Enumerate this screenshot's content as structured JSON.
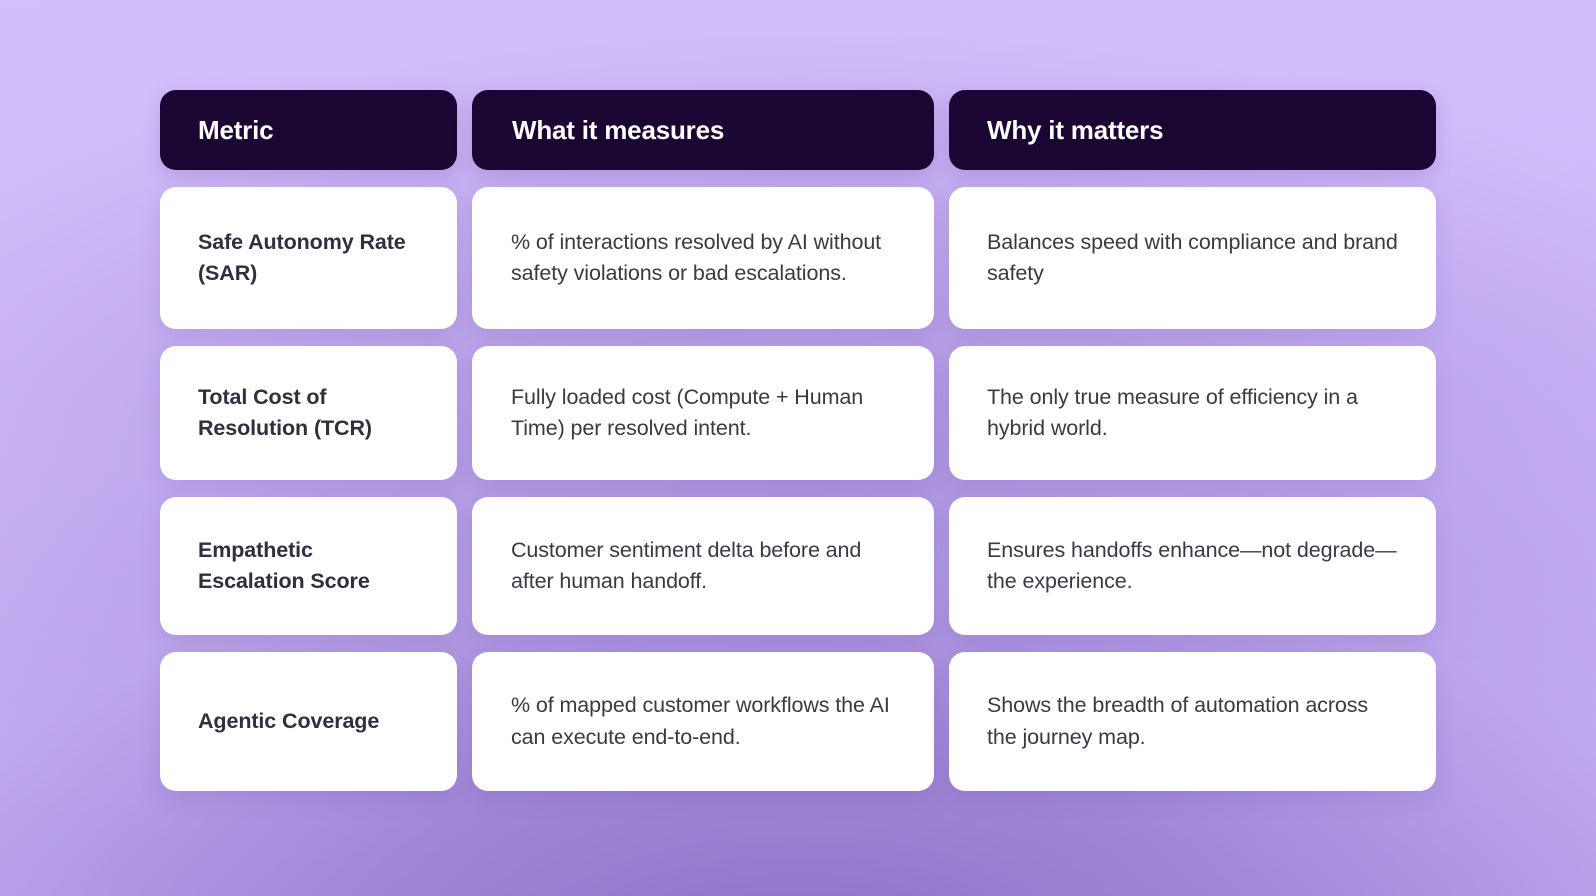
{
  "table": {
    "headers": [
      {
        "label": "Metric"
      },
      {
        "label": "What it measures"
      },
      {
        "label": "Why it matters"
      }
    ],
    "rows": [
      {
        "metric": "Safe Autonomy Rate (SAR)",
        "measures": "% of interactions resolved by AI without safety violations or bad escalations.",
        "matters": "Balances speed with compliance and brand safety"
      },
      {
        "metric": "Total Cost of Resolution (TCR)",
        "measures": "Fully loaded cost (Compute + Human Time) per resolved intent.",
        "matters": "The only true measure of efficiency in a hybrid world."
      },
      {
        "metric": "Empathetic Escalation Score",
        "measures": "Customer sentiment delta before and after human handoff.",
        "matters": "Ensures handoffs enhance—not degrade—the experience."
      },
      {
        "metric": "Agentic Coverage",
        "measures": "% of mapped customer workflows the AI can execute end-to-end.",
        "matters": "Shows the breadth of automation across the journey map."
      }
    ]
  },
  "colors": {
    "header_background": "#1a0533",
    "header_text": "#ffffff",
    "card_background": "#ffffff",
    "body_text": "#383a47",
    "metric_text": "#2e3040",
    "background_light": "#d3bffd",
    "background_deep": "#876ac4"
  }
}
